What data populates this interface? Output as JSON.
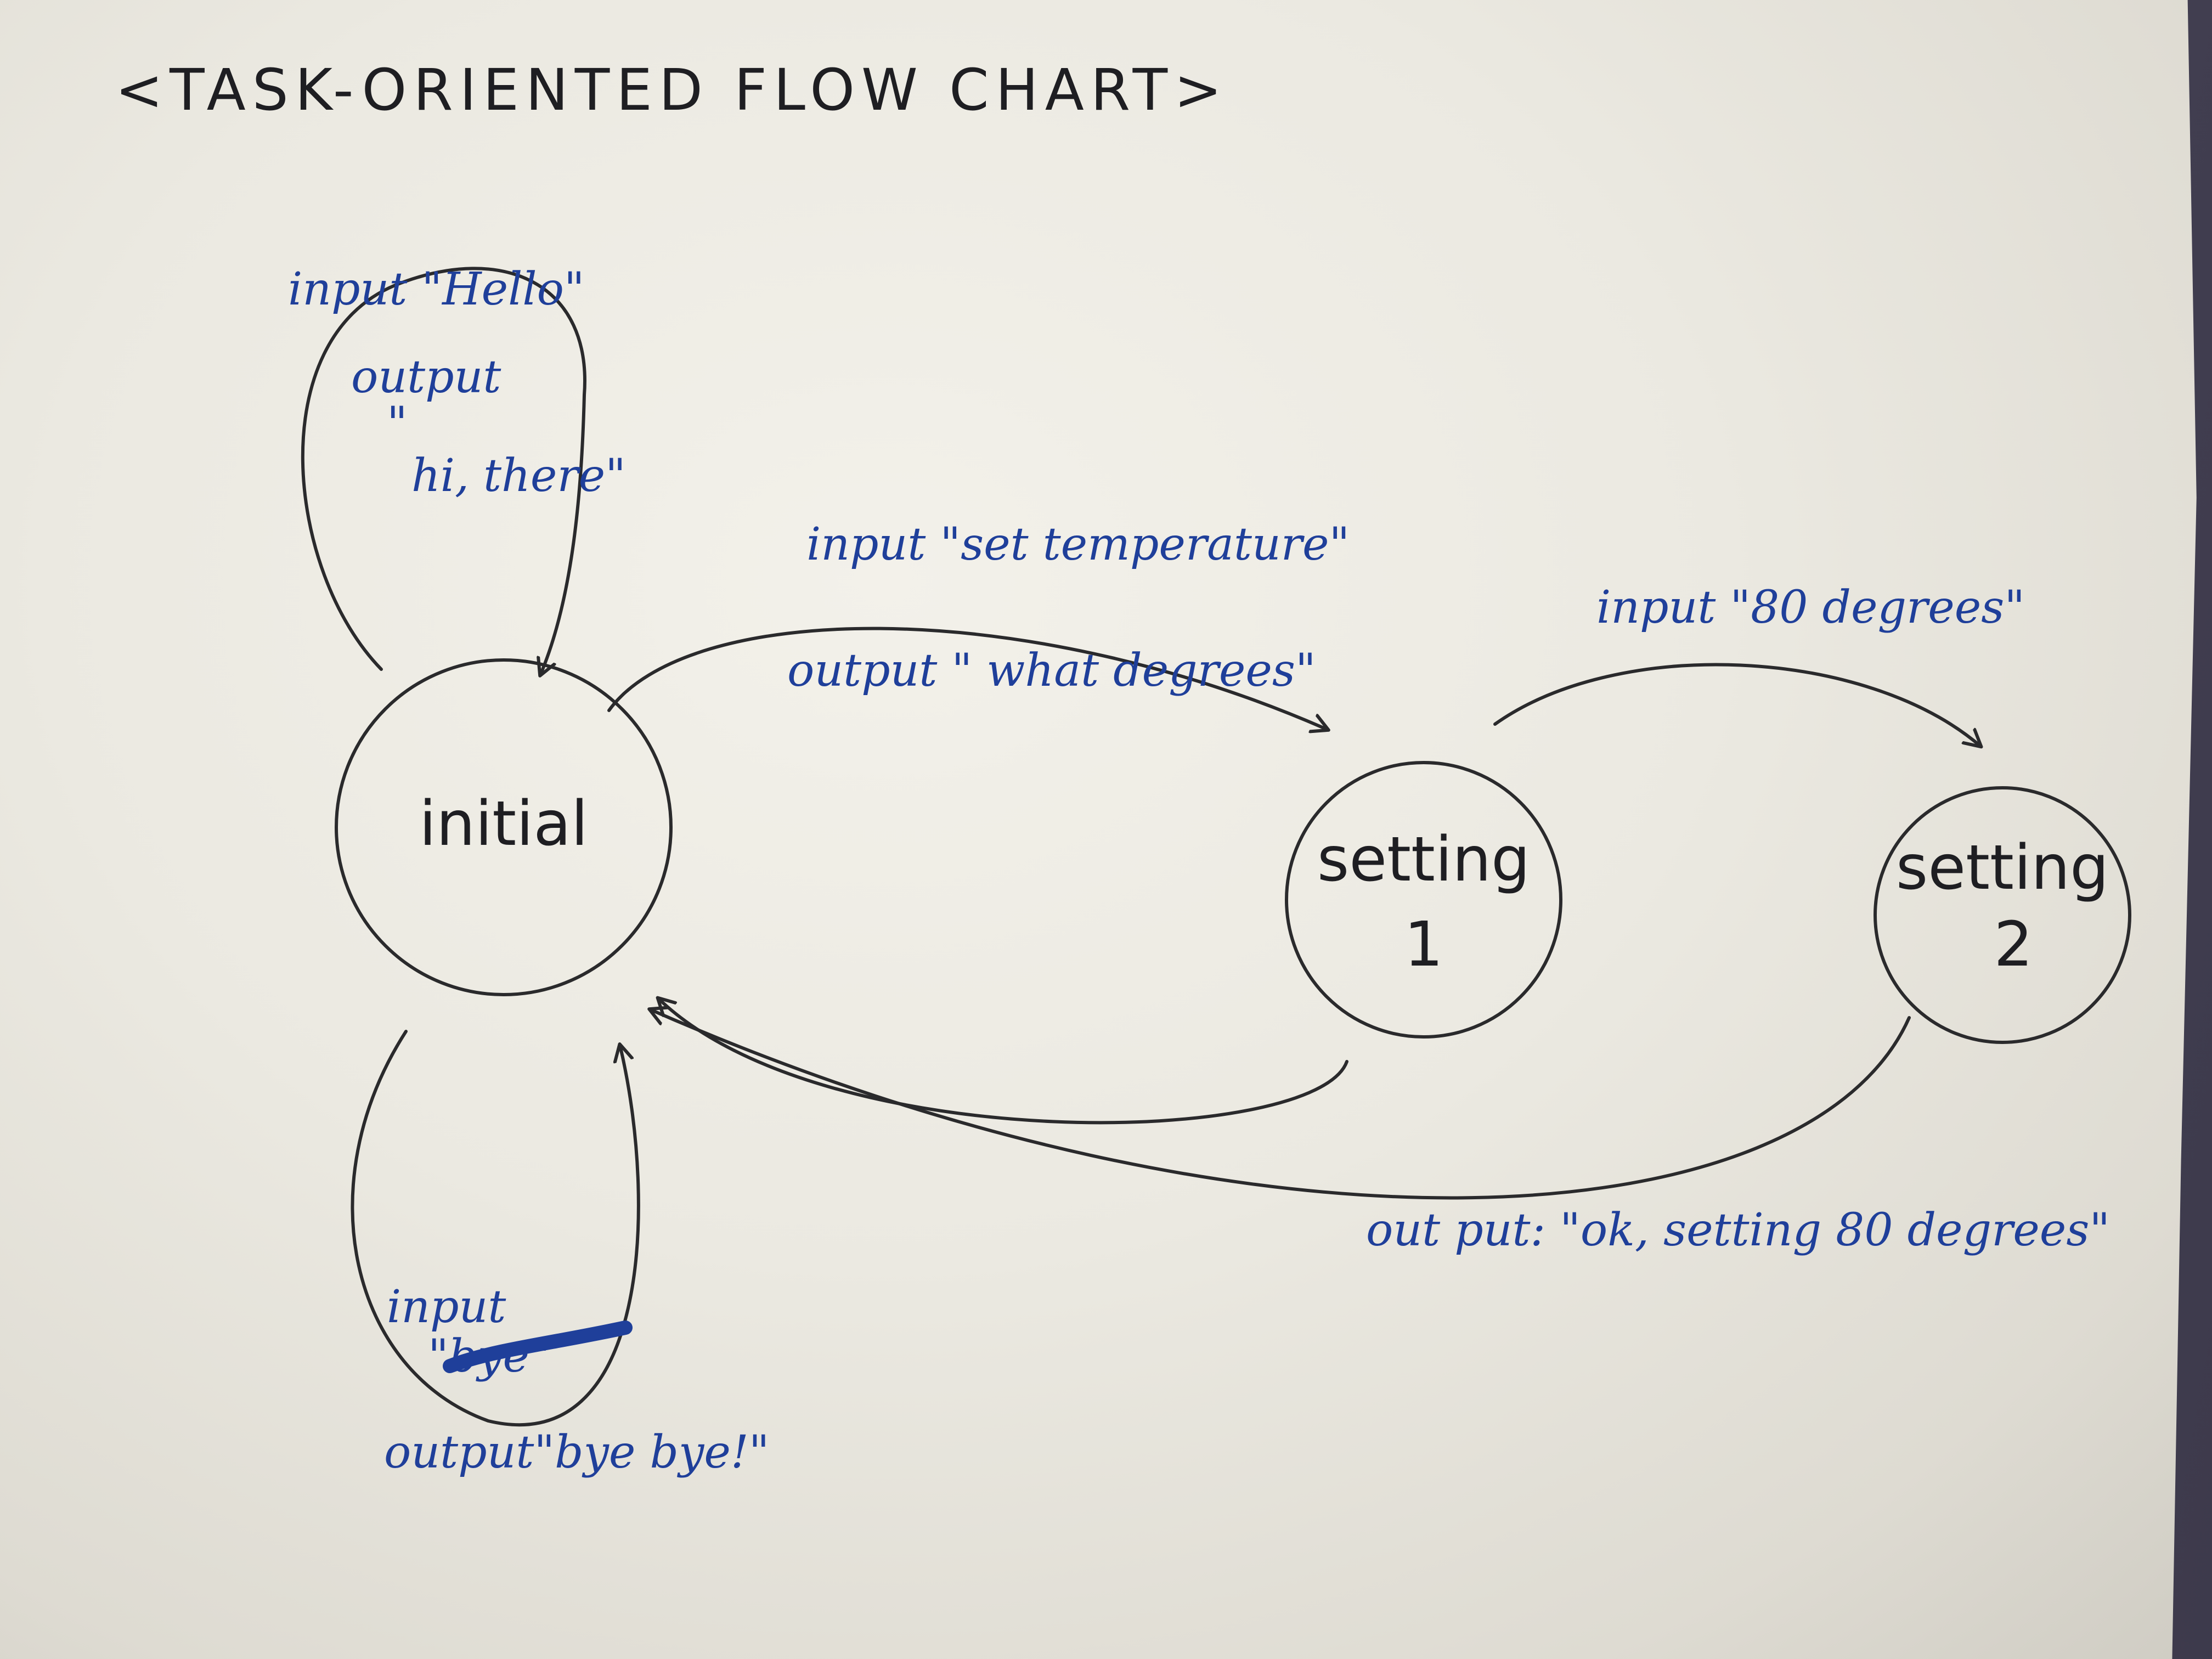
{
  "title": "<TASK-ORIENTED FLOW CHART>",
  "nodes": {
    "initial": {
      "label": "initial"
    },
    "setting1": {
      "line1": "setting",
      "line2": "1"
    },
    "setting2": {
      "line1": "setting",
      "line2": "2"
    }
  },
  "edges": {
    "hello_loop": {
      "input": "input \"Hello\"",
      "output1": "output",
      "output2": "\"",
      "output3": "hi, there\""
    },
    "set_temperature": {
      "input": "input \"set temperature\"",
      "output": "output \" what degrees\""
    },
    "eighty_degrees": {
      "input": "input \"80 degrees\""
    },
    "return_ok": {
      "output": "out put: \"ok, setting 80 degrees\""
    },
    "bye_loop": {
      "input1": "input",
      "input2": "\"bye\"",
      "output": "output\"bye bye!\""
    }
  },
  "colors": {
    "paper": "#ebe9e1",
    "ink": "#2a2a2c",
    "pen_blue": "#1f3f9a",
    "background": "#3b3a4a"
  }
}
